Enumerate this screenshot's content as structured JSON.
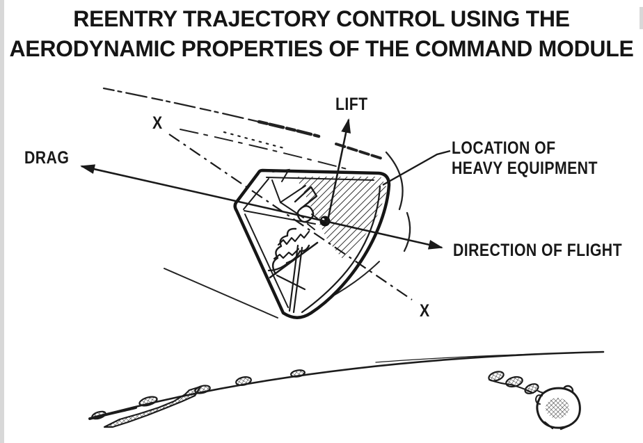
{
  "title": {
    "line1": "REENTRY TRAJECTORY CONTROL USING THE",
    "line2": "AERODYNAMIC PROPERTIES OF THE COMMAND MODULE"
  },
  "diagram": {
    "labels": {
      "lift": "LIFT",
      "drag": "DRAG",
      "axis_top": "X",
      "axis_bottom": "X",
      "heavy_equipment_line1": "LOCATION OF",
      "heavy_equipment_line2": "HEAVY EQUIPMENT",
      "direction_of_flight": "DIRECTION OF FLIGHT"
    },
    "colors": {
      "ink": "#1a1a1a",
      "paper": "#ffffff"
    }
  }
}
